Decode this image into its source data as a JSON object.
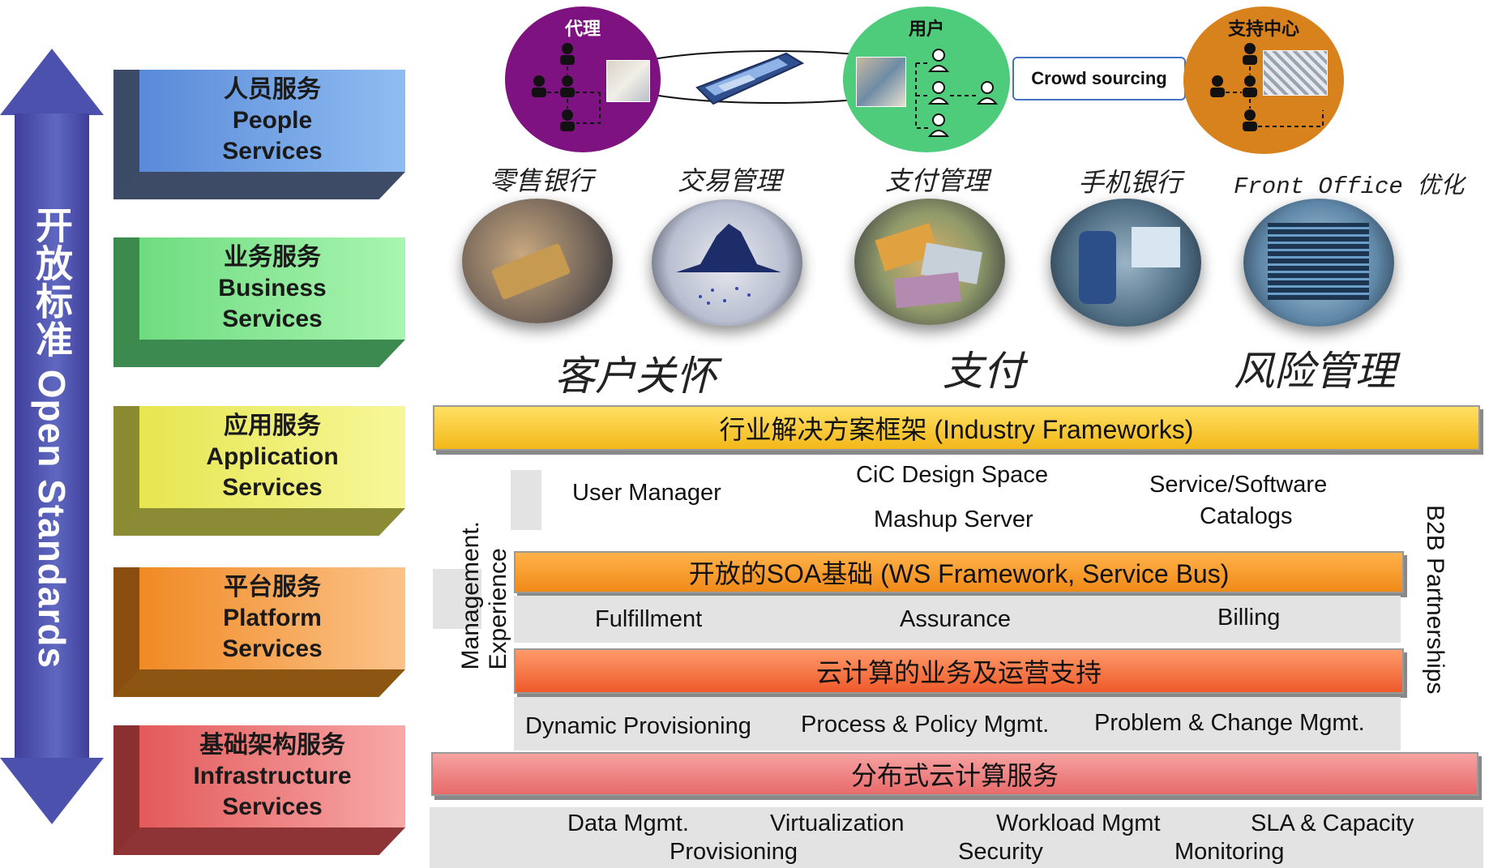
{
  "left_axis": {
    "label": "开放标准 Open Standards"
  },
  "service_blocks": [
    {
      "zh": "人员服务",
      "en1": "People",
      "en2": "Services"
    },
    {
      "zh": "业务服务",
      "en1": "Business",
      "en2": "Services"
    },
    {
      "zh": "应用服务",
      "en1": "Application",
      "en2": "Services"
    },
    {
      "zh": "平台服务",
      "en1": "Platform",
      "en2": "Services"
    },
    {
      "zh": "基础架构服务",
      "en1": "Infrastructure",
      "en2": "Services"
    }
  ],
  "people_circles": {
    "agent": "代理",
    "user": "用户",
    "support": "支持中心",
    "crowd": "Crowd sourcing"
  },
  "business_items": [
    "零售银行",
    "交易管理",
    "支付管理",
    "手机银行",
    "Front Office 优化"
  ],
  "business_groups": [
    "客户关怀",
    "支付",
    "风险管理"
  ],
  "bars": {
    "industry": "行业解决方案框架 (Industry Frameworks)",
    "soa": "开放的SOA基础 (WS Framework, Service Bus)",
    "cloud_ops": "云计算的业务及运营支持",
    "distributed": "分布式云计算服务"
  },
  "application_row": {
    "user_manager": "User Manager",
    "cic": "CiC Design Space",
    "mashup": "Mashup Server",
    "catalog1": "Service/Software",
    "catalog2": "Catalogs"
  },
  "ops_row": [
    "Fulfillment",
    "Assurance",
    "Billing"
  ],
  "mgmt_row": [
    "Dynamic Provisioning",
    "Process & Policy Mgmt.",
    "Problem & Change Mgmt."
  ],
  "infra_row": [
    "Data Mgmt.",
    "Virtualization",
    "Workload Mgmt",
    "SLA & Capacity",
    "Provisioning",
    "Security",
    "Monitoring"
  ],
  "side_labels": {
    "left1": "Experience",
    "left2": "Management.",
    "right": "B2B Partnerships"
  }
}
